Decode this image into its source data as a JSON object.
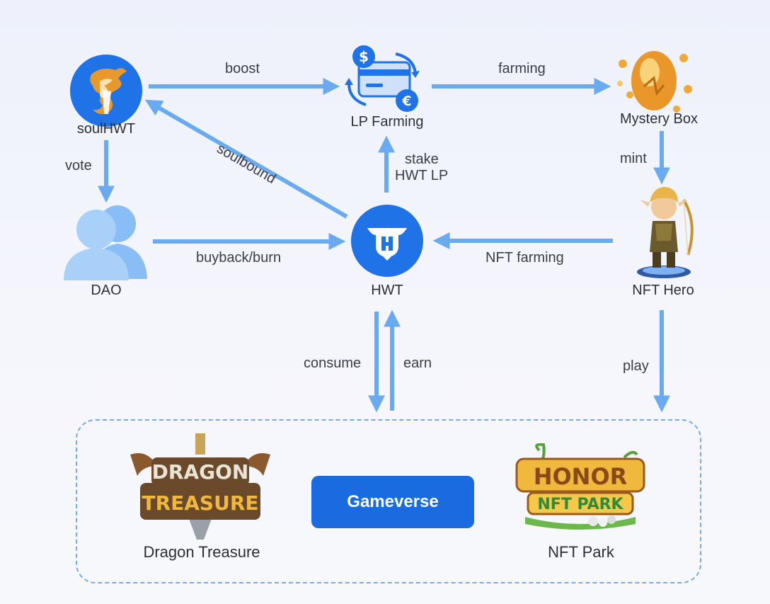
{
  "nodes": {
    "soulhwt": "soulHWT",
    "lp_farming": "LP Farming",
    "mystery_box": "Mystery Box",
    "dao": "DAO",
    "hwt": "HWT",
    "nft_hero": "NFT Hero",
    "dragon_treasure": "Dragon Treasure",
    "nft_park": "NFT Park"
  },
  "edges": {
    "boost": "boost",
    "farming": "farming",
    "vote": "vote",
    "soulbound": "soulbound",
    "stake_line1": "stake",
    "stake_line2": "HWT LP",
    "mint": "mint",
    "buyback": "buyback/burn",
    "nft_farming": "NFT farming",
    "consume": "consume",
    "earn": "earn",
    "play": "play"
  },
  "gameverse_label": "Gameverse",
  "logos": {
    "dragon_line1": "DRAGON",
    "dragon_line2": "TREASURE",
    "park_line1": "HONOR",
    "park_line2": "NFT PARK"
  },
  "colors": {
    "arrow": "#6aaaf1",
    "accent": "#1b6be0",
    "coin": "#1f73e6"
  }
}
